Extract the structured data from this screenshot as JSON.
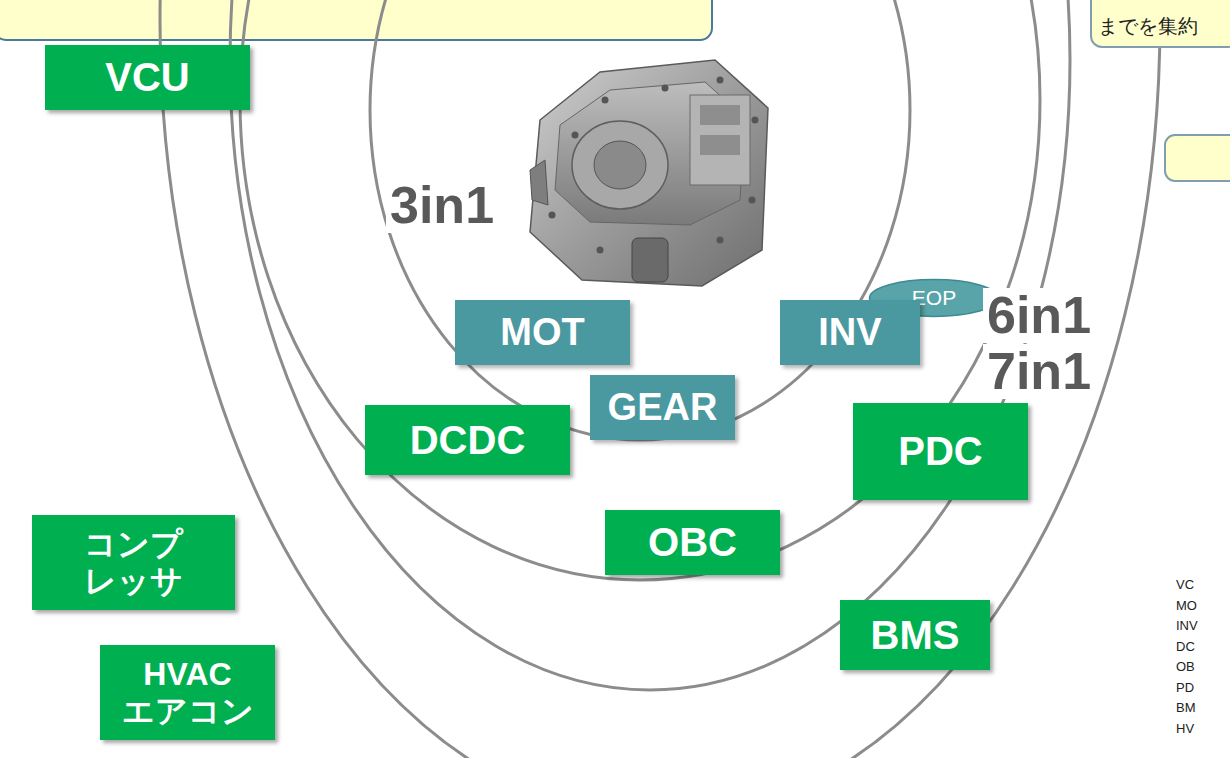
{
  "diagram": {
    "nodes": [
      {
        "text": [
          "VCU"
        ]
      },
      {
        "text": [
          "までを集約"
        ]
      },
      {
        "text": [
          "EOP"
        ]
      },
      {
        "text": [
          "MOT"
        ]
      },
      {
        "text": [
          "INV"
        ]
      },
      {
        "text": [
          "GEAR"
        ]
      },
      {
        "text": [
          "DCDC"
        ]
      },
      {
        "text": [
          "PDC"
        ]
      },
      {
        "text": [
          "コンプ レッサ"
        ]
      },
      {
        "text": [
          "OBC"
        ]
      },
      {
        "text": [
          "BMS"
        ]
      },
      {
        "text": [
          "HVAC エアコン"
        ]
      }
    ],
    "labels": [
      "3in1",
      "6in1",
      "7in1",
      "VC",
      "MO",
      "INV",
      "DC",
      "OB",
      "PD",
      "BM",
      "HV"
    ]
  }
}
